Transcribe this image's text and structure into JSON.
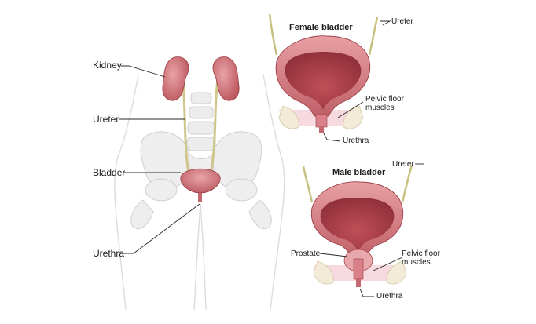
{
  "figure": {
    "body_labels": {
      "kidney": "Kidney",
      "ureter": "Ureter",
      "bladder": "Bladder",
      "urethra": "Urethra"
    },
    "female": {
      "title": "Female bladder",
      "ureter": "Ureter",
      "pelvic_floor": "Pelvic floor muscles",
      "urethra": "Urethra"
    },
    "male": {
      "title": "Male bladder",
      "ureter": "Ureter",
      "prostate": "Prostate",
      "pelvic_floor": "Pelvic floor muscles",
      "urethra": "Urethra"
    }
  },
  "colors": {
    "organ": "#d57f84",
    "organ_dark": "#a8454d",
    "organ_inner": "#9c3a42",
    "bone": "#e6e6e6",
    "bone_line": "#c8c8c8",
    "ureter": "#d7cf9a",
    "muscle": "#f1c7cf",
    "leader": "#2a2a2a"
  }
}
